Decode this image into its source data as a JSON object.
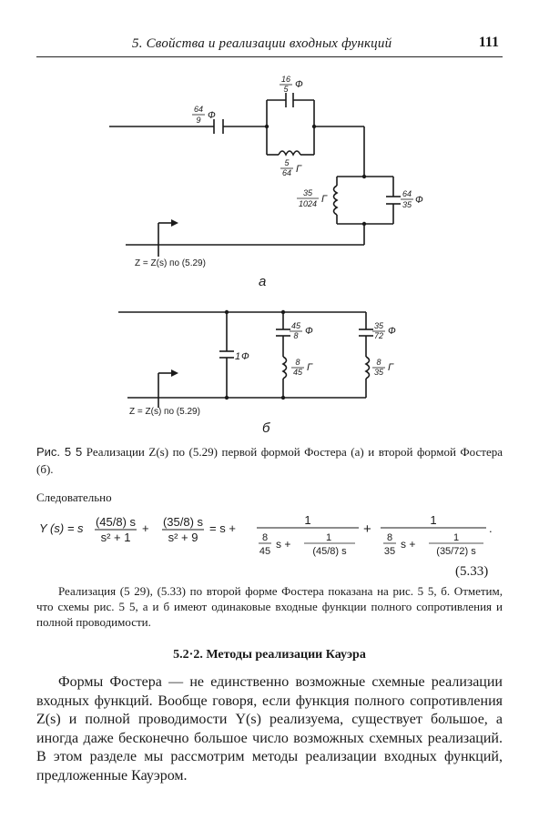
{
  "header": {
    "title": "5. Свойства и реализации входных функций",
    "page_number": "111"
  },
  "figure_a": {
    "c1": {
      "num": "64",
      "den": "9",
      "unit": "Ф"
    },
    "c2": {
      "num": "16",
      "den": "5",
      "unit": "Ф"
    },
    "l1": {
      "num": "5",
      "den": "64",
      "unit": "Г"
    },
    "l2": {
      "num": "35",
      "den": "1024",
      "unit": "Г"
    },
    "c3": {
      "num": "64",
      "den": "35",
      "unit": "Ф"
    },
    "port_label": "Z = Z(s) по (5.29)",
    "label": "а"
  },
  "figure_b": {
    "c0": {
      "value": "1",
      "unit": "Ф"
    },
    "c1": {
      "num": "45",
      "den": "8",
      "unit": "Ф"
    },
    "l1": {
      "num": "8",
      "den": "45",
      "unit": "Г"
    },
    "c2": {
      "num": "35",
      "den": "72",
      "unit": "Ф"
    },
    "l2": {
      "num": "8",
      "den": "35",
      "unit": "Г"
    },
    "port_label": "Z = Z(s) по (5.29)",
    "label": "б"
  },
  "caption": {
    "prefix": "Рис. 5 5",
    "text": "Реализации Z(s) по (5.29) первой формой Фостера (а) и второй формой Фостера (б)."
  },
  "followup": "Следовательно",
  "equation": {
    "lhs": "Y (s) = s",
    "t1_num": "(45/8) s",
    "t1_den": "s² + 1",
    "t2_num": "(35/8) s",
    "t2_den": "s² + 9",
    "eq_s": "= s +",
    "one": "1",
    "f1_num": "8",
    "f1_den": "45",
    "f1_inner_den": "(45/8) s",
    "f2_num": "8",
    "f2_den": "35",
    "f2_inner_den": "(35/72) s",
    "s_plus": "s +",
    "plus": "+",
    "period": "."
  },
  "equation_number": "(5.33)",
  "note": "Реализация (5 29), (5.33) по второй форме Фостера показана на рис. 5 5, б. Отметим, что схемы рис. 5 5, а и б имеют одинаковые входные функции полного сопротивления и полной проводимости.",
  "section_heading": "5.2·2. Методы реализации Кауэра",
  "body_text": "Формы Фостера — не единственно возможные схемные реализации входных функций. Вообще говоря, если функция полного сопротивления Z(s) и полной проводимости Y(s) реализуема, существует большое, а иногда даже бесконечно большое число возможных схемных реализаций. В этом разделе мы рассмотрим методы реализации входных функций, предложенные Кауэром."
}
